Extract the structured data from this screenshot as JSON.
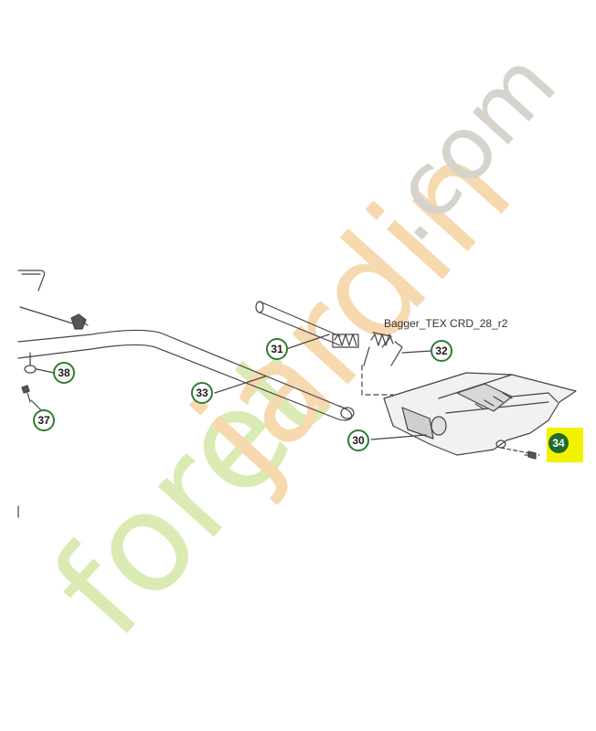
{
  "diagram": {
    "caption": "Bagger_TEX CRD_28_r2",
    "callouts": [
      {
        "id": "c30",
        "label": "30"
      },
      {
        "id": "c31",
        "label": "31"
      },
      {
        "id": "c32",
        "label": "32"
      },
      {
        "id": "c33",
        "label": "33"
      },
      {
        "id": "c34",
        "label": "34",
        "highlighted": true
      },
      {
        "id": "c37",
        "label": "37"
      },
      {
        "id": "c38",
        "label": "38"
      }
    ],
    "colors": {
      "callout_ring": "#2e7d32",
      "highlight_bg": "#f2f200",
      "highlight_badge": "#1e6b2a",
      "line": "#444444"
    }
  },
  "watermark": {
    "part1": "foret",
    "part2": "jardin",
    "part3": ".com",
    "colors": {
      "green": "#d9ebb3",
      "orange": "#f7d9b0",
      "grey": "#d6d2cc"
    }
  }
}
